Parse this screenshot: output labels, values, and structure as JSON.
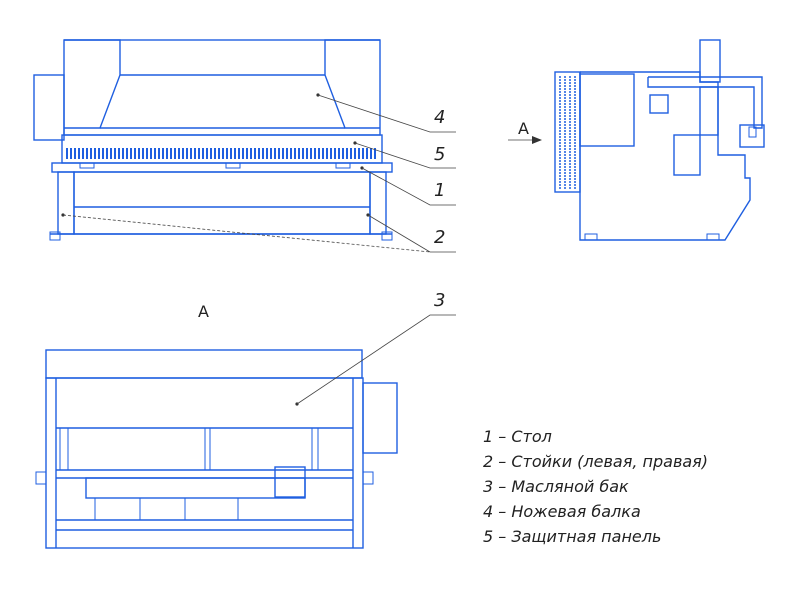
{
  "callouts": {
    "c4": "4",
    "c5": "5",
    "c1": "1",
    "c2": "2",
    "c3": "3"
  },
  "view_marker": "A",
  "view_title": "A",
  "legend": [
    "1 – Стол",
    "2 – Стойки (левая, правая)",
    "3 – Масляной бак",
    "4 – Ножевая балка",
    "5 – Защитная панель"
  ],
  "colors": {
    "line": "#1f5fe0",
    "leader": "#444444"
  }
}
